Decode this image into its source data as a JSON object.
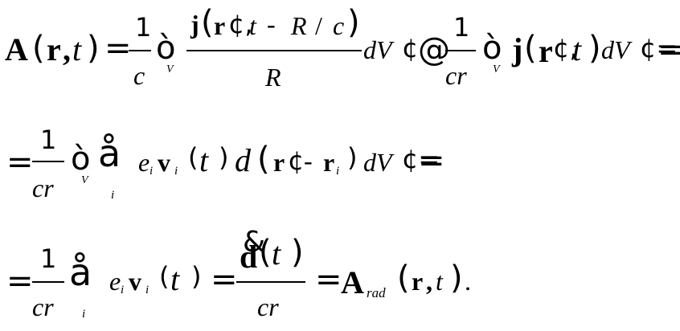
{
  "line1": {
    "A": "A",
    "lp1": "(",
    "r1": "r",
    "comma1": ",",
    "t1": "t",
    "rp1": ")",
    "eq1": "=",
    "f1_num": "1",
    "f1_den": "c",
    "int1": "ò",
    "int1_sub": "V",
    "f2_num_j": "j",
    "f2_num_lp": "(",
    "f2_num_r": "r",
    "f2_num_prime": "¢,",
    "f2_num_t": "t",
    "f2_num_minus": "-",
    "f2_num_R": "R",
    "f2_num_slash": "/",
    "f2_num_c": "c",
    "f2_num_rp": ")",
    "f2_den": "R",
    "dV1": "dV",
    "prime1": "¢",
    "approx": "@",
    "f3_num": "1",
    "f3_den": "cr",
    "int2": "ò",
    "int2_sub": "V",
    "j2": "j",
    "lp2": "(",
    "r2": "r",
    "prime2": "¢,",
    "t2": "t",
    "rp2": ")",
    "dV2": "dV",
    "prime3": "¢=",
    "eq_end": "="
  },
  "line2": {
    "eq": "=",
    "f_num": "1",
    "f_den": "cr",
    "int": "ò",
    "int_sub": "V",
    "sum": "å",
    "sum_sub": "i",
    "e": "e",
    "e_sub": "i",
    "v": "v",
    "v_sub": "i",
    "lp": "(",
    "t": "t",
    "rp": ")",
    "d": "d",
    "lp2": "(",
    "r": "r",
    "prime": "¢",
    "minus": "-",
    "ri": "r",
    "ri_sub": "i",
    "rp2": ")",
    "dV": "dV",
    "prime2": "¢=",
    "eq_end": "="
  },
  "line3": {
    "eq": "=",
    "f_num": "1",
    "f_den": "cr",
    "sum": "å",
    "sum_sub": "i",
    "e": "e",
    "e_sub": "i",
    "v": "v",
    "v_sub": "i",
    "lp": "(",
    "t": "t",
    "rp": ")",
    "eq2": "=",
    "f2_num_d": "d",
    "f2_num_dot": "&",
    "f2_num_lp": "(",
    "f2_num_t": "t",
    "f2_num_rp": ")",
    "f2_den": "cr",
    "eq3": "=",
    "A": "A",
    "A_sub": "rad",
    "lp2": "(",
    "r": "r",
    "comma": ",",
    "t2": "t",
    "rp2": ")",
    "dot": "."
  }
}
